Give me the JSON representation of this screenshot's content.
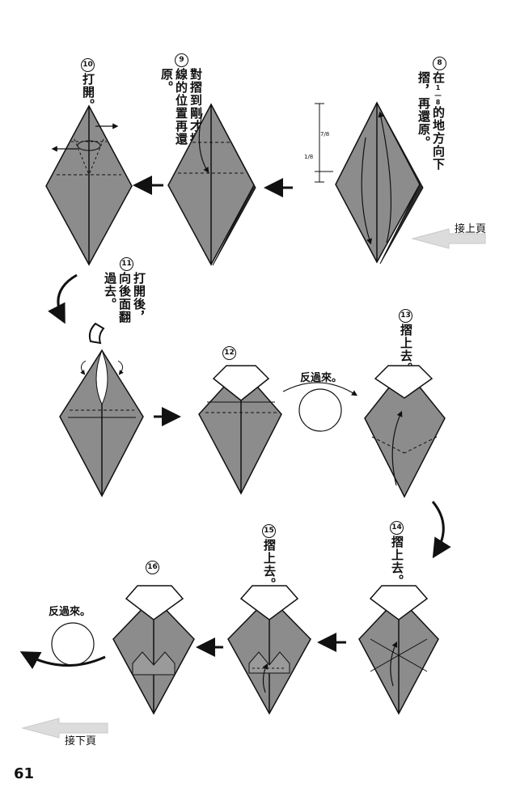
{
  "page_number": "61",
  "nav": {
    "continue_from": "接上頁",
    "continue_to": "接下頁"
  },
  "steps": [
    {
      "number": "8",
      "instruction": "在1/8的地方向下摺，再還原。"
    },
    {
      "number": "9",
      "instruction": "對摺到剛才摺線的位置再還原。"
    },
    {
      "number": "10",
      "instruction": "打開。"
    },
    {
      "number": "11",
      "instruction": "打開後，向後面翻過去。"
    },
    {
      "number": "12",
      "instruction": ""
    },
    {
      "number": "13",
      "instruction": "摺上去。"
    },
    {
      "number": "14",
      "instruction": "摺上去。"
    },
    {
      "number": "15",
      "instruction": "摺上去。"
    },
    {
      "number": "16",
      "instruction": ""
    }
  ],
  "turn_over_label": "反過來。",
  "fraction_labels": {
    "seven_eighths": "7/8",
    "one_eighth": "1/8"
  },
  "colors": {
    "paper": "#8c8c8c",
    "ink": "#111111",
    "nav_arrow": "#dcdcdc"
  }
}
